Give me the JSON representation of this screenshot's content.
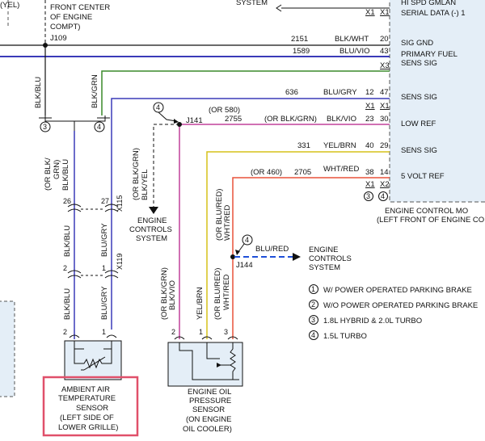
{
  "labels": {
    "yel_top": "(YEL)",
    "front_center_1": "FRONT CENTER",
    "front_center_2": "OF ENGINE",
    "front_center_3": "COMPT)",
    "j109": "J109",
    "system_top": "SYSTEM",
    "ecm_1": "ENGINE CONTROL MO",
    "ecm_2": "(LEFT FRONT OF ENGINE CO",
    "j141": "J141",
    "j144": "J144",
    "ecs_left_1": "ENGINE",
    "ecs_left_2": "CONTROLS",
    "ecs_left_3": "SYSTEM",
    "ecs_right_1": "ENGINE",
    "ecs_right_2": "CONTROLS",
    "ecs_right_3": "SYSTEM",
    "blk_blu_top": "BLK/BLU",
    "blk_grn_top": "BLK/GRN",
    "or_blk_grn_blk_blu_1": "(OR BLK/",
    "or_blk_grn_blk_blu_2": "GRN)",
    "or_blk_grn_blk_blu_3": "BLK/BLU",
    "or_blk_grn_blk_yel_1": "(OR BLK/GRN)",
    "or_blk_grn_blk_yel_2": "BLK/YEL",
    "blk_blu_mid": "BLK/BLU",
    "blu_gry_mid": "BLU/GRY",
    "blk_blu_low": "BLK/BLU",
    "blu_gry_low": "BLU/GRY",
    "or_blk_grn_blk_vio_1": "(OR BLK/GRN)",
    "or_blk_grn_blk_vio_2": "BLK/VIO",
    "yel_brn_v": "YEL/BRN",
    "or_blu_red_wht_red_a_1": "(OR BLU/RED)",
    "or_blu_red_wht_red_a_2": "WHT/RED",
    "or_blu_red_wht_red_b_1": "(OR BLU/RED)",
    "or_blu_red_wht_red_b_2": "WHT/RED",
    "blu_red": "BLU/RED",
    "circ_3": "3",
    "circ_4a": "4",
    "circ_4b": "4",
    "circ_4c": "4",
    "pin_26": "26",
    "pin_27": "27",
    "pin_x115": "X115",
    "pin_2a": "2",
    "pin_1a": "1",
    "pin_x119": "X119",
    "pin_2b": "2",
    "pin_1b": "1",
    "pin_2c": "2",
    "pin_1c": "1",
    "pin_3c": "3",
    "aat_1": "AMBIENT AIR",
    "aat_2": "TEMPERATURE",
    "aat_3": "SENSOR",
    "aat_4": "(LEFT SIDE OF",
    "aat_5": "LOWER GRILLE)",
    "eop_1": "ENGINE OIL",
    "eop_2": "PRESSURE",
    "eop_3": "SENSOR",
    "eop_4": "(ON ENGINE",
    "eop_5": "OIL COOLER)"
  },
  "wire_rows": [
    {
      "circuit": "2151",
      "color": "BLK/WHT",
      "pin": "20",
      "name": "SIG GND"
    },
    {
      "circuit": "1589",
      "color": "BLU/VIO",
      "pin": "43",
      "name": "PRIMARY FUEL"
    },
    {
      "circuit": "636",
      "color": "BLU/GRY",
      "pin": "12",
      "pin2": "47",
      "name": "SENS SIG"
    },
    {
      "circuit": "2755",
      "alt": "(OR 580)",
      "color": "BLK/VIO",
      "alt_color": "(OR BLK/GRN)",
      "pin": "23",
      "pin2": "30",
      "name": "LOW REF"
    },
    {
      "circuit": "331",
      "color": "YEL/BRN",
      "pin": "40",
      "pin2": "29",
      "name": "SENS SIG"
    },
    {
      "circuit": "2705",
      "alt": "(OR 460)",
      "color": "WHT/RED",
      "pin": "38",
      "pin2": "14",
      "name": "5 VOLT REF"
    }
  ],
  "ecm_misc": {
    "hi_spd": "HI SPD GMLAN",
    "serial": "SERIAL DATA (-) 1",
    "sens_sig_2": "SENS SIG",
    "x1": "X1",
    "x2": "X2",
    "x3": "X3",
    "circ_3": "3",
    "circ_4": "4"
  },
  "legend": [
    {
      "num": "1",
      "text": "W/ POWER OPERATED PARKING BRAKE"
    },
    {
      "num": "2",
      "text": "W/O POWER OPERATED PARKING BRAKE"
    },
    {
      "num": "3",
      "text": "1.8L HYBRID & 2.0L TURBO"
    },
    {
      "num": "4",
      "text": "1.5L TURBO"
    }
  ],
  "colors": {
    "blk_grn": "#3a8a2a",
    "blue": "#3a3ab8",
    "blk_vio": "#c0409a",
    "yel_brn": "#d6c21a",
    "wht_red": "#e8523a",
    "highlight": "#e0506a",
    "dashed_blue": "#1e4fd8",
    "ecm_fill": "#e4eef7"
  }
}
